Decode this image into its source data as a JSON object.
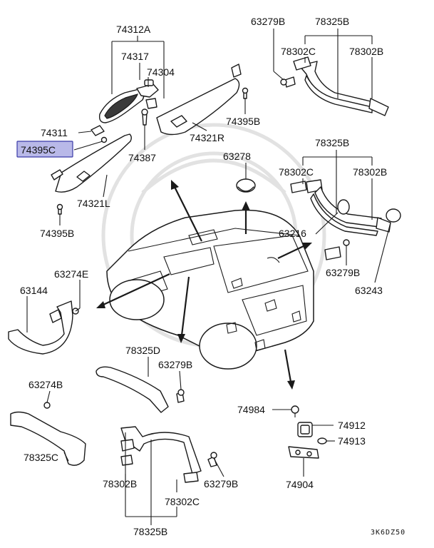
{
  "labels": {
    "p74312A": "74312A",
    "p74317": "74317",
    "p74304": "74304",
    "p74311": "74311",
    "p74395C": "74395C",
    "p74387": "74387",
    "p74321L": "74321L",
    "p74395B_left": "74395B",
    "p74321R": "74321R",
    "p74395B_right": "74395B",
    "p63279B_top": "63279B",
    "p78325B_top": "78325B",
    "p78302C_top": "78302C",
    "p78302B_top": "78302B",
    "p63278": "63278",
    "p78325B_mid": "78325B",
    "p78302C_mid": "78302C",
    "p78302B_mid": "78302B",
    "p63216": "63216",
    "p63279B_mid": "63279B",
    "p63243": "63243",
    "p63274E": "63274E",
    "p63144": "63144",
    "p78325D": "78325D",
    "p63279B_78325D": "63279B",
    "p63274B": "63274B",
    "p78325C": "78325C",
    "p74984": "74984",
    "p74912": "74912",
    "p74913": "74913",
    "p74904": "74904",
    "p78302B_bot": "78302B",
    "p63279B_bot": "63279B",
    "p78302C_bot": "78302C",
    "p78325B_bot": "78325B",
    "diagram_code": "3K6DZ50"
  },
  "highlight": {
    "part": "p74395C",
    "color": "#b9b9e8",
    "border": "#3a3aa8"
  }
}
